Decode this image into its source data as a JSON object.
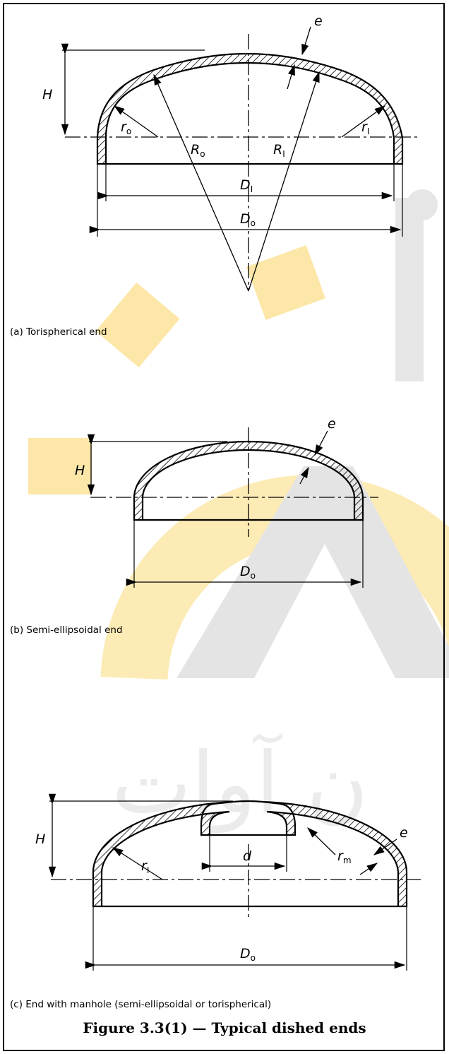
{
  "figure_title": "Figure 3.3(1) — Typical dished ends",
  "watermark": {
    "text": "ن آوات",
    "color_gear": "#fbbf1f",
    "color_grey": "#cfcfcf"
  },
  "panels": [
    {
      "caption": "(a) Torispherical end",
      "labels": {
        "H": "H",
        "e": "e",
        "ro": "r",
        "ro_sub": "o",
        "ri": "r",
        "ri_sub": "I",
        "Ro": "R",
        "Ro_sub": "o",
        "Ri": "R",
        "Ri_sub": "I",
        "Di": "D",
        "Di_sub": "I",
        "Do": "D",
        "Do_sub": "o"
      }
    },
    {
      "caption": "(b) Semi-ellipsoidal end",
      "labels": {
        "H": "H",
        "e": "e",
        "Do": "D",
        "Do_sub": "o"
      }
    },
    {
      "caption": "(c) End with manhole (semi-ellipsoidal or torispherical)",
      "labels": {
        "H": "H",
        "e": "e",
        "ri": "r",
        "ri_sub": "I",
        "rm": "r",
        "rm_sub": "m",
        "d": "d",
        "Do": "D",
        "Do_sub": "o"
      }
    }
  ]
}
